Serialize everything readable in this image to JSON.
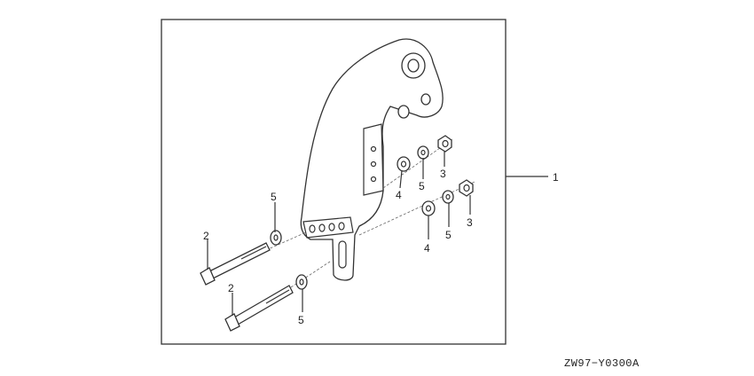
{
  "callouts": {
    "c1": "1",
    "c2a": "2",
    "c2b": "2",
    "c3a": "3",
    "c3b": "3",
    "c4a": "4",
    "c4b": "4",
    "c5a": "5",
    "c5b": "5",
    "c5c": "5",
    "c5d": "5"
  },
  "figure_code": "ZW97−Y0300A"
}
